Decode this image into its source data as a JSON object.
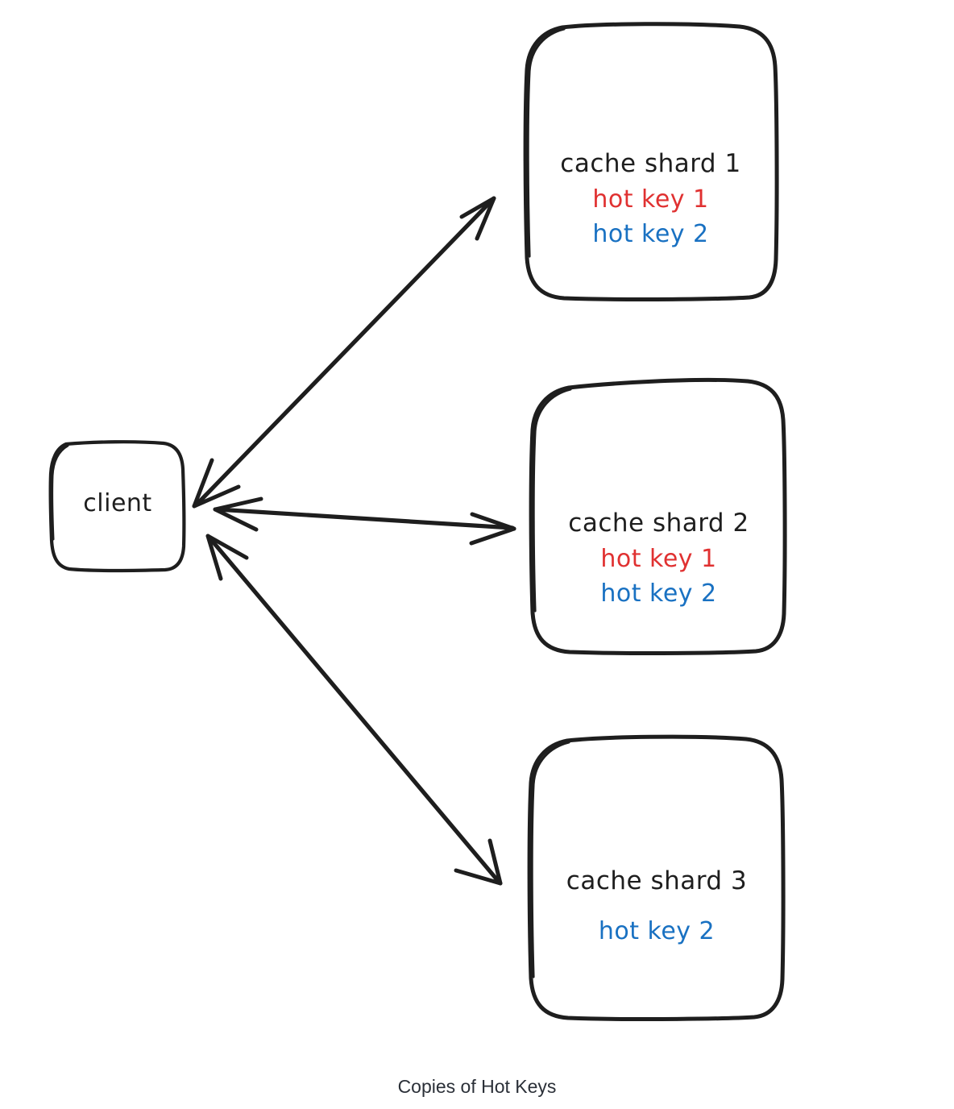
{
  "diagram": {
    "title": "Copies of Hot Keys",
    "background": "#ffffff",
    "stroke_color": "#1e1e1e",
    "colors": {
      "stroke": "#1e1e1e",
      "hot_key_1": "#e03131",
      "hot_key_2": "#1971c2",
      "caption": "#2b3038"
    },
    "nodes": {
      "client": {
        "label": "client"
      },
      "shard1": {
        "title": "cache shard 1",
        "keys": [
          {
            "label": "hot key 1",
            "color": "#e03131"
          },
          {
            "label": "hot key 2",
            "color": "#1971c2"
          }
        ]
      },
      "shard2": {
        "title": "cache shard 2",
        "keys": [
          {
            "label": "hot key 1",
            "color": "#e03131"
          },
          {
            "label": "hot key 2",
            "color": "#1971c2"
          }
        ]
      },
      "shard3": {
        "title": "cache shard 3",
        "keys": [
          {
            "label": "hot key 2",
            "color": "#1971c2"
          }
        ]
      }
    },
    "edges": [
      {
        "from": "client",
        "to": "shard1",
        "style": "double-headed-arrow"
      },
      {
        "from": "client",
        "to": "shard2",
        "style": "double-headed-arrow"
      },
      {
        "from": "client",
        "to": "shard3",
        "style": "double-headed-arrow"
      }
    ]
  }
}
